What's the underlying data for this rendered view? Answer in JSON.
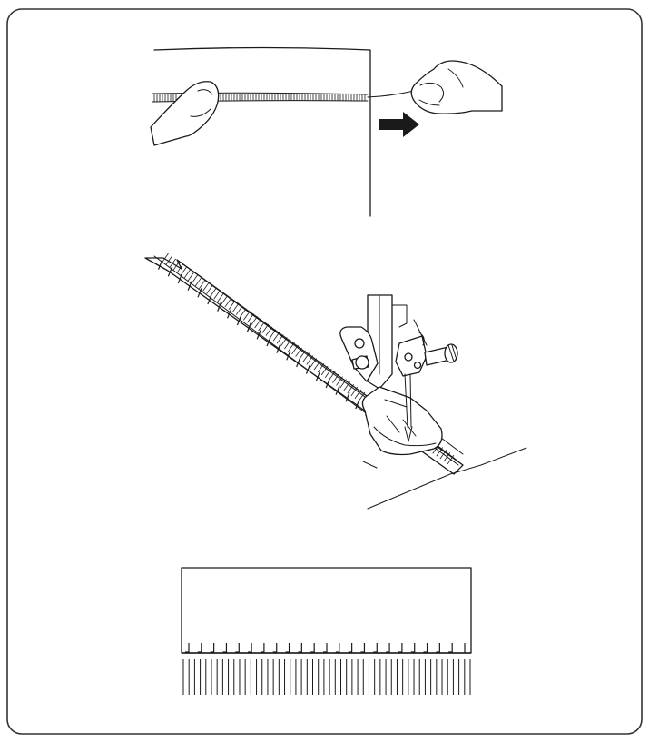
{
  "figure": {
    "panels": [
      {
        "id": "pull-thread",
        "icons": [
          "fabric-edge-icon",
          "stitch-band-icon",
          "left-hand-icon",
          "right-arrow-icon",
          "right-hand-icon"
        ]
      },
      {
        "id": "sewing-presser-foot",
        "icons": [
          "fringe-band-icon",
          "presser-foot-icon",
          "needle-icon",
          "fabric-outline-icon"
        ]
      },
      {
        "id": "fringe-result",
        "icons": [
          "fabric-rectangle-icon",
          "stitch-row-icon",
          "fringe-threads-icon"
        ]
      }
    ],
    "colors": {
      "line": "#1a1a1a",
      "background": "#ffffff",
      "frame": "#333333"
    },
    "fringe": {
      "stitch_count": 22,
      "thread_count": 52
    },
    "diagonal_band": {
      "tick_count": 22
    }
  }
}
